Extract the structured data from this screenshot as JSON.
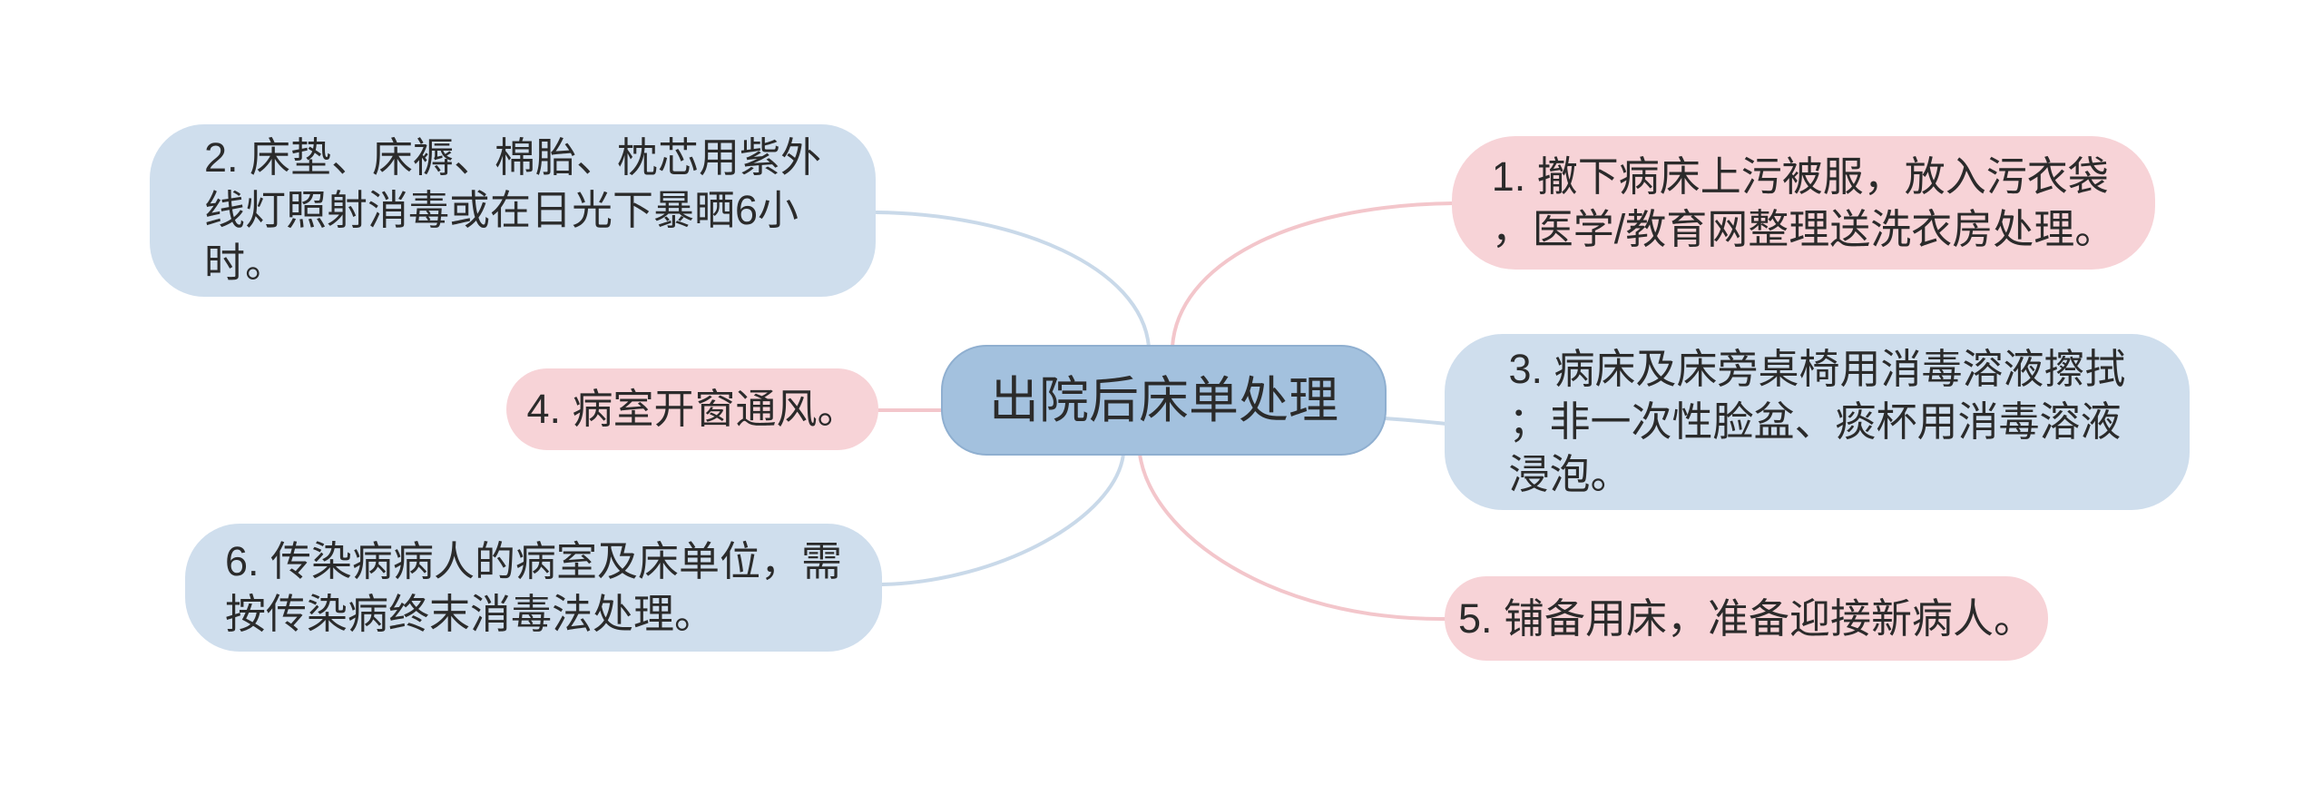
{
  "diagram": {
    "type": "mindmap",
    "background": "#ffffff",
    "center": {
      "label": "出院后床单处理"
    },
    "branches": [
      {
        "index": 1,
        "label": "1. 撤下病床上污被服，放入污衣袋\n，医学/教育网整理送洗衣房处理。",
        "color_role": "pink",
        "position": "top-right"
      },
      {
        "index": 2,
        "label": "2. 床垫、床褥、棉胎、枕芯用紫外\n线灯照射消毒或在日光下暴晒6小\n时。",
        "color_role": "blue",
        "position": "top-left"
      },
      {
        "index": 3,
        "label": "3. 病床及床旁桌椅用消毒溶液擦拭\n；非一次性脸盆、痰杯用消毒溶液\n浸泡。",
        "color_role": "blue",
        "position": "right"
      },
      {
        "index": 4,
        "label": "4. 病室开窗通风。",
        "color_role": "pink",
        "position": "left"
      },
      {
        "index": 5,
        "label": "5. 铺备用床，准备迎接新病人。",
        "color_role": "pink",
        "position": "bottom-right"
      },
      {
        "index": 6,
        "label": "6. 传染病病人的病室及床单位，需\n按传染病终末消毒法处理。",
        "color_role": "blue",
        "position": "bottom-left"
      }
    ],
    "colors": {
      "center_fill": "#a3c1de",
      "center_border": "#8fafd0",
      "blue_fill": "#cfdeed",
      "pink_fill": "#f7d3d7",
      "blue_line": "#c9d9e9",
      "pink_line": "#f3c6cb",
      "text": "#2b2b2b"
    }
  }
}
